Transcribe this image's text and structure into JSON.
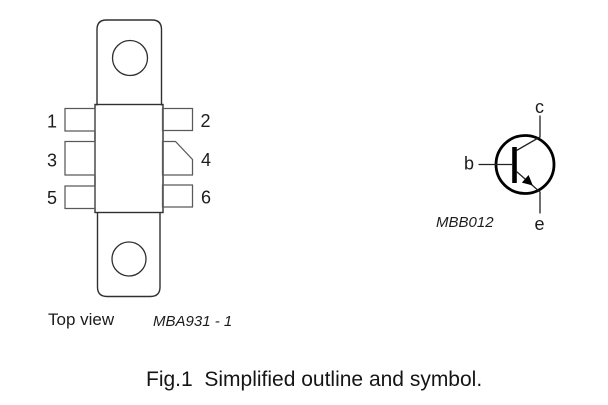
{
  "figure_caption": "Fig.1  Simplified outline and symbol.",
  "outline_drawing": {
    "view_label": "Top view",
    "drawing_reference": "MBA931 - 1",
    "pin_labels": [
      "1",
      "2",
      "3",
      "4",
      "5",
      "6"
    ]
  },
  "symbol_drawing": {
    "drawing_reference": "MBB012",
    "terminal_labels": {
      "base": "b",
      "collector": "c",
      "emitter": "e"
    }
  },
  "colors": {
    "background": "#ffffff",
    "outline_stroke": "#303030",
    "pin_stroke": "#595959",
    "symbol_stroke": "#000000",
    "text": "#1c1c1c"
  }
}
